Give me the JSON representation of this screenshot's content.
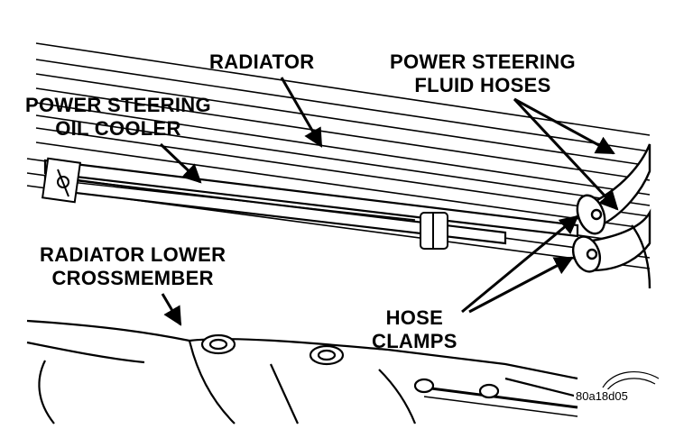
{
  "labels": {
    "radiator": "RADIATOR",
    "ps_hoses_line1": "POWER STEERING",
    "ps_hoses_line2": "FLUID HOSES",
    "ps_cooler_line1": "POWER STEERING",
    "ps_cooler_line2": "OIL COOLER",
    "crossmember_line1": "RADIATOR LOWER",
    "crossmember_line2": "CROSSMEMBER",
    "clamps_line1": "HOSE",
    "clamps_line2": "CLAMPS"
  },
  "figure_code": "80a18d05",
  "colors": {
    "ink": "#000000",
    "paper": "#ffffff"
  }
}
